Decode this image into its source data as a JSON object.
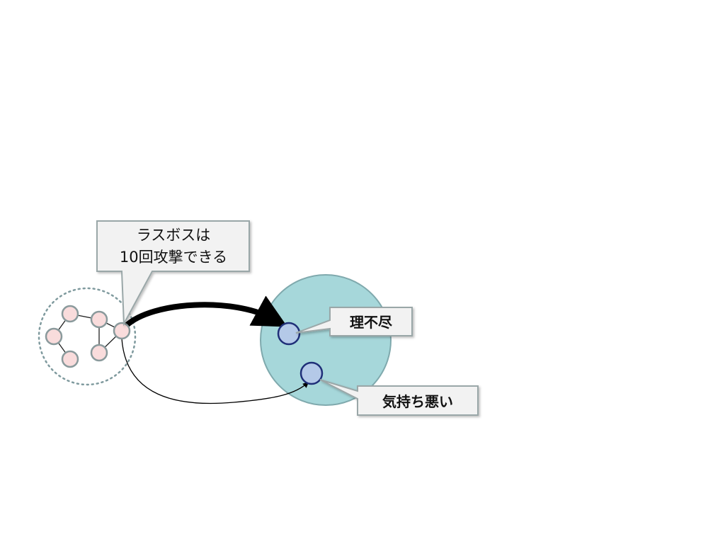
{
  "callouts": {
    "boss": {
      "line1": "ラスボスは",
      "line2": "10回攻撃できる"
    },
    "unfair": {
      "text": "理不尽"
    },
    "creepy": {
      "text": "気持ち悪い"
    }
  },
  "colors": {
    "small_node_fill": "#f9dcdc",
    "small_node_stroke": "#8a9a9c",
    "cluster_outline": "#7f9a9e",
    "big_circle_fill": "#a6d7da",
    "big_circle_stroke": "#7fa9ad",
    "target_node_fill": "#b4c9e8",
    "target_node_stroke": "#1f2f78",
    "arrow": "#000000",
    "callout_fill": "#f2f2f2",
    "callout_stroke": "#9aa7a8"
  }
}
